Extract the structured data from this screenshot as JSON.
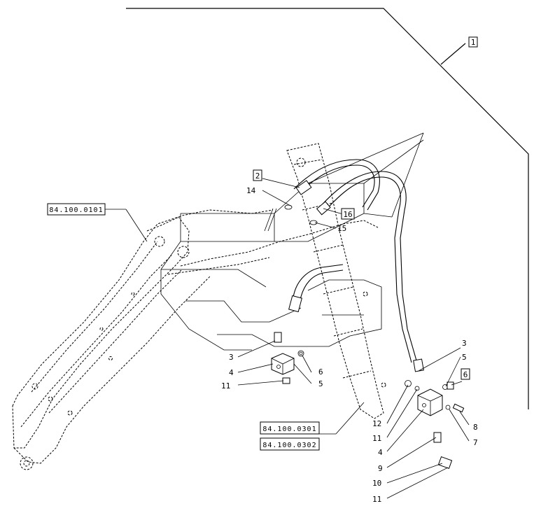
{
  "callouts": {
    "assembly_ref": "1",
    "hose_ref": "2",
    "fitting_ref": "16",
    "bolt_ref": "6"
  },
  "references": {
    "boom": "84.100.0101",
    "arm_1": "84.100.0301",
    "arm_2": "84.100.0302"
  },
  "part_numbers": {
    "p3_left": "3",
    "p4_left": "4",
    "p5_left": "5",
    "p6_left": "6",
    "p11_left": "11",
    "p14": "14",
    "p15": "15",
    "p3_right": "3",
    "p5_right": "5",
    "p8": "8",
    "p7": "7",
    "p12": "12",
    "p11_mid": "11",
    "p4_right": "4",
    "p9": "9",
    "p10": "10",
    "p11_bottom": "11"
  }
}
